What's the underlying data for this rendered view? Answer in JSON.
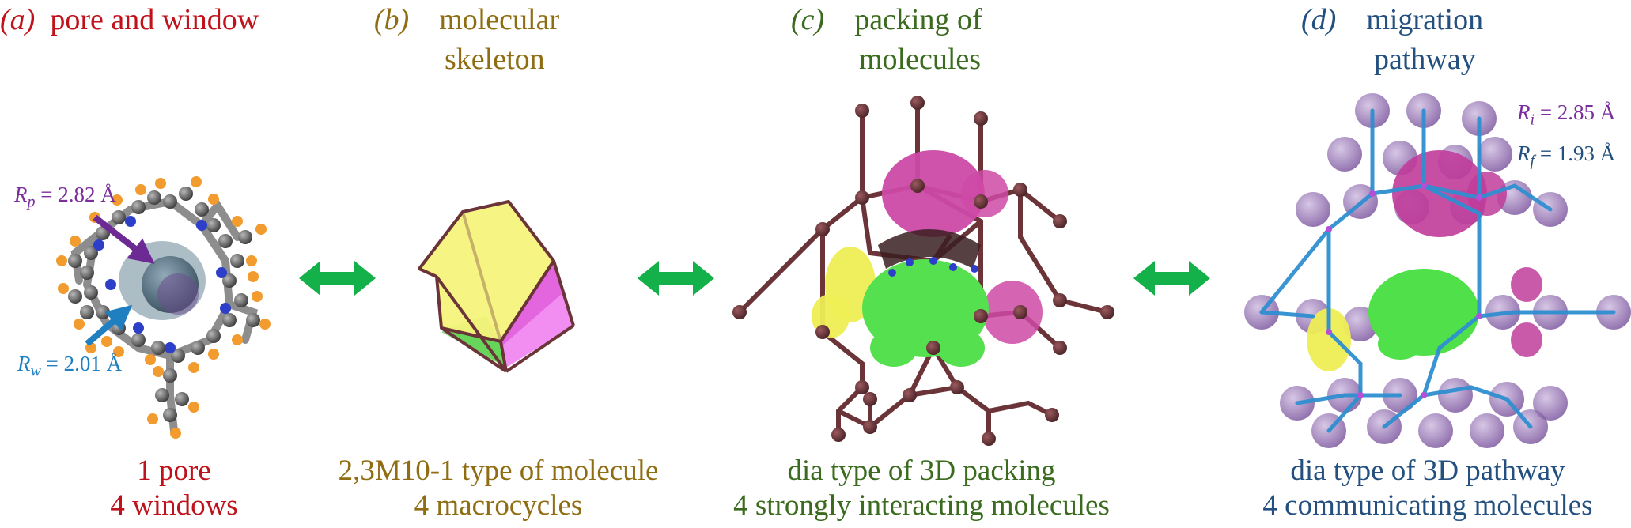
{
  "panels": [
    {
      "letter": "(a)",
      "title_line1": "pore and window",
      "title_line2": "",
      "caption_line1": "1 pore",
      "caption_line2": "4 windows",
      "color": "#c0121b"
    },
    {
      "letter": "(b)",
      "title_line1": "molecular",
      "title_line2": "skeleton",
      "caption_line1": "2,3M10-1 type of molecule",
      "caption_line2": "4 macrocycles",
      "color": "#8f6d12"
    },
    {
      "letter": "(c)",
      "title_line1": "packing of",
      "title_line2": "molecules",
      "caption_line1": "dia type of 3D packing",
      "caption_line2": "4 strongly interacting molecules",
      "color": "#3a6b1e"
    },
    {
      "letter": "(d)",
      "title_line1": "migration",
      "title_line2": "pathway",
      "caption_line1": "dia type of 3D pathway",
      "caption_line2": "4 communicating molecules",
      "color": "#23507f"
    }
  ],
  "annotations": {
    "rp": {
      "symbol": "R",
      "sub": "p",
      "text": " = 2.82 Å",
      "color": "#7b2d9c"
    },
    "rw": {
      "symbol": "R",
      "sub": "w",
      "text": " = 2.01 Å",
      "color": "#1f7fc0"
    },
    "ri": {
      "symbol": "R",
      "sub": "i",
      "text": " = 2.85 Å",
      "color": "#7b2d9c"
    },
    "rf": {
      "symbol": "R",
      "sub": "f",
      "text": " = 1.93 Å",
      "color": "#23507f"
    }
  },
  "colors": {
    "arrow": "#14b04a",
    "framework": "#6b3438",
    "magenta": "#c03c9a",
    "green_mol": "#4fe04a",
    "yellow_mol": "#ece24a",
    "sphere": "#7a4fa0",
    "pathway": "#2f8fd0"
  }
}
